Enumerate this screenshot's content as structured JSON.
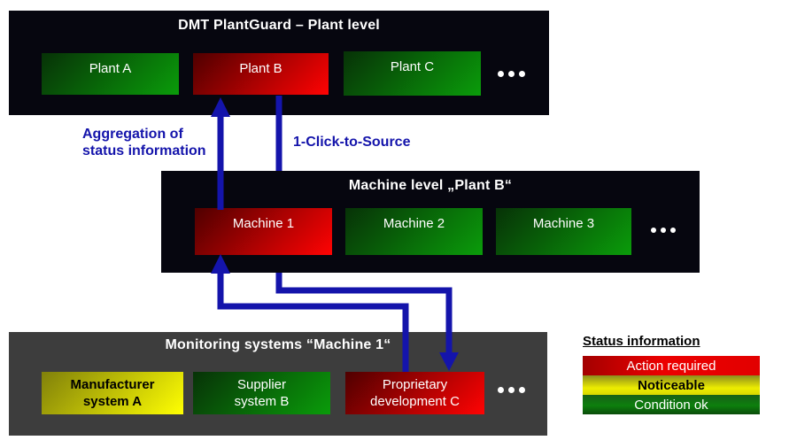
{
  "diagram": {
    "plant_level": {
      "title": "DMT PlantGuard – Plant level",
      "items": [
        {
          "label": "Plant A",
          "status": "ok"
        },
        {
          "label": "Plant B",
          "status": "action"
        },
        {
          "label": "Plant C",
          "status": "ok"
        }
      ]
    },
    "machine_level": {
      "title": "Machine level „Plant B“",
      "items": [
        {
          "label": "Machine 1",
          "status": "action"
        },
        {
          "label": "Machine 2",
          "status": "ok"
        },
        {
          "label": "Machine 3",
          "status": "ok"
        }
      ]
    },
    "monitoring_level": {
      "title": "Monitoring systems “Machine 1“",
      "items": [
        {
          "label": "Manufacturer\nsystem A",
          "status": "warn"
        },
        {
          "label": "Supplier\nsystem B",
          "status": "ok"
        },
        {
          "label": "Proprietary\ndevelopment C",
          "status": "action"
        }
      ]
    },
    "annotations": {
      "aggregation_line1": "Aggregation of",
      "aggregation_line2": "status information",
      "one_click": "1-Click-to-Source"
    },
    "legend": {
      "title": "Status information",
      "rows": [
        {
          "label": "Action required",
          "status": "action"
        },
        {
          "label": "Noticeable",
          "status": "warn"
        },
        {
          "label": "Condition ok",
          "status": "ok"
        }
      ]
    },
    "colors": {
      "action": "#e60000",
      "warn": "#f0f000",
      "ok": "#0c8a0c",
      "arrow_blue": "#1414ab",
      "panel_dark": "#06060f",
      "panel_gray": "#3d3d3d"
    }
  }
}
